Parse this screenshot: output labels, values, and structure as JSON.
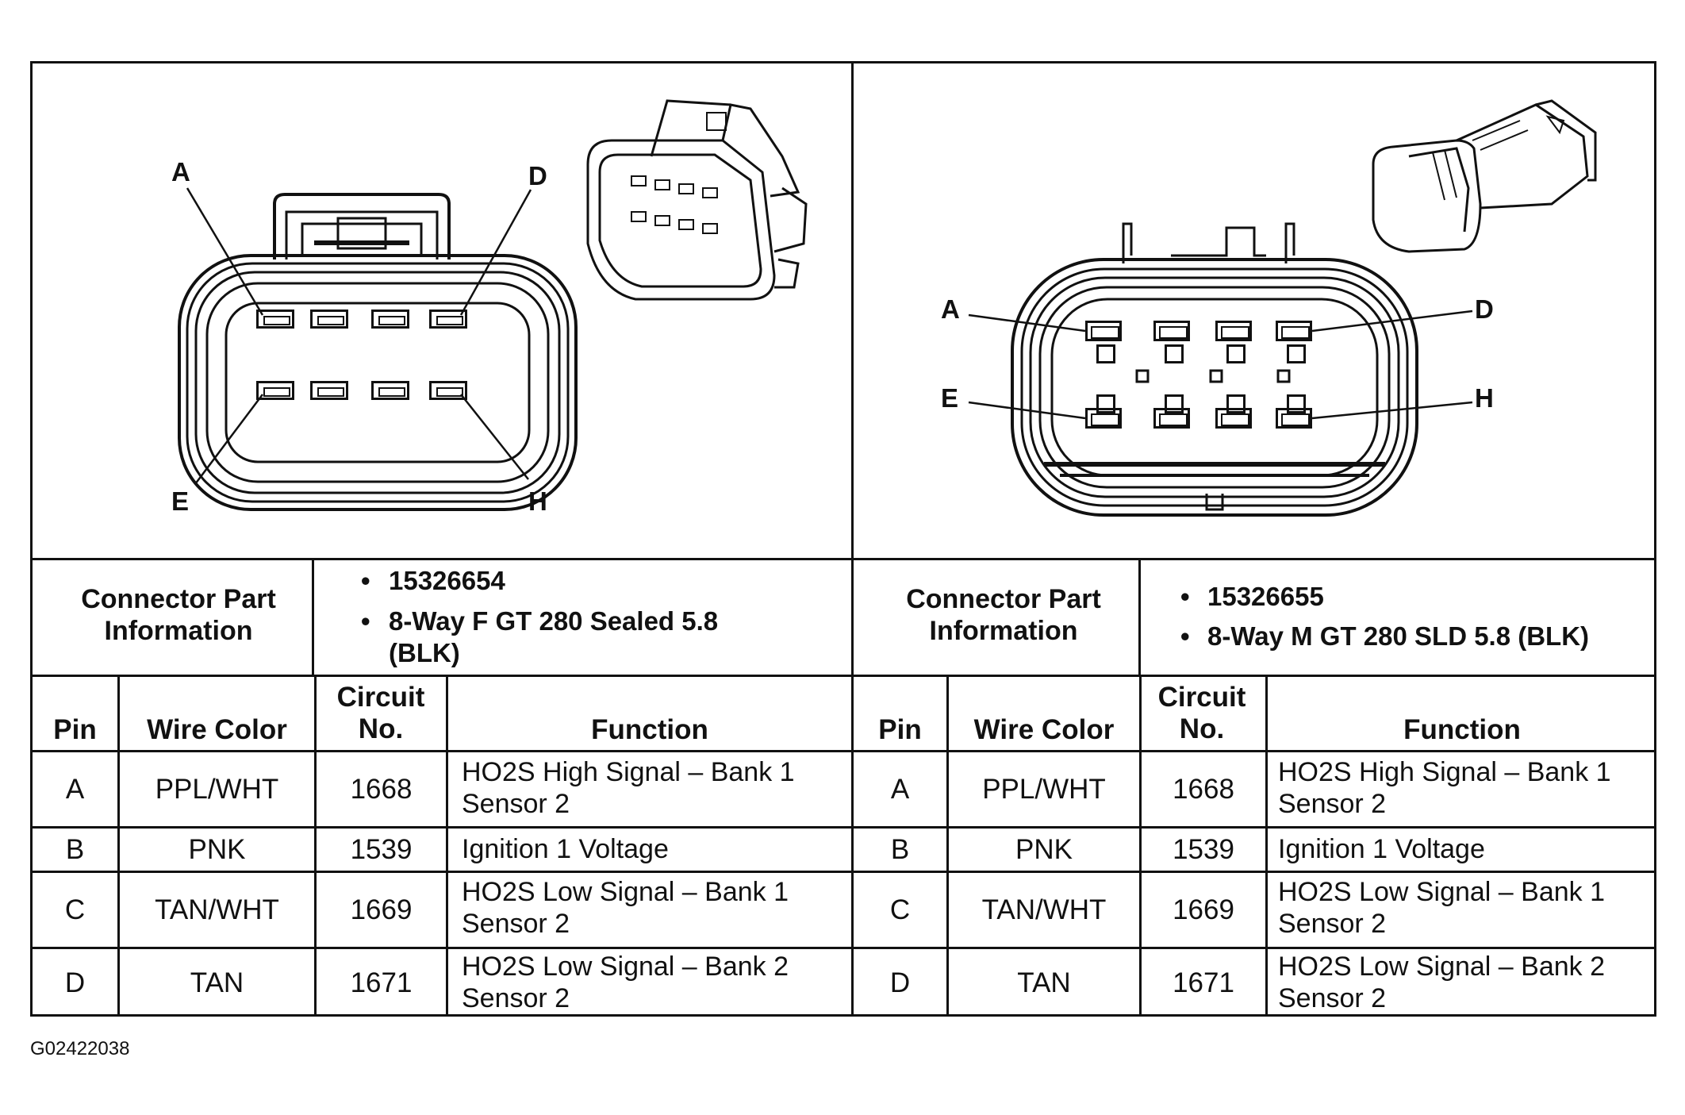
{
  "figure_id": "G02422038",
  "connectors": [
    {
      "pin_labels": {
        "a": "A",
        "d": "D",
        "e": "E",
        "h": "H"
      },
      "part_info_label": "Connector Part Information",
      "part_info": [
        "15326654",
        "8-Way F GT 280 Sealed 5.8 (BLK)"
      ]
    },
    {
      "pin_labels": {
        "a": "A",
        "d": "D",
        "e": "E",
        "h": "H"
      },
      "part_info_label": "Connector Part Information",
      "part_info": [
        "15326655",
        "8-Way M GT 280 SLD 5.8 (BLK)"
      ]
    }
  ],
  "table": {
    "columns": [
      "Pin",
      "Wire Color",
      "Circuit No.",
      "Function"
    ],
    "rows": [
      {
        "pin": "A",
        "wire_color": "PPL/WHT",
        "circuit": "1668",
        "function": "HO2S High Signal – Bank 1 Sensor 2"
      },
      {
        "pin": "B",
        "wire_color": "PNK",
        "circuit": "1539",
        "function": "Ignition 1 Voltage"
      },
      {
        "pin": "C",
        "wire_color": "TAN/WHT",
        "circuit": "1669",
        "function": "HO2S Low Signal – Bank 1 Sensor 2"
      },
      {
        "pin": "D",
        "wire_color": "TAN",
        "circuit": "1671",
        "function": "HO2S Low Signal – Bank 2 Sensor 2"
      }
    ]
  }
}
